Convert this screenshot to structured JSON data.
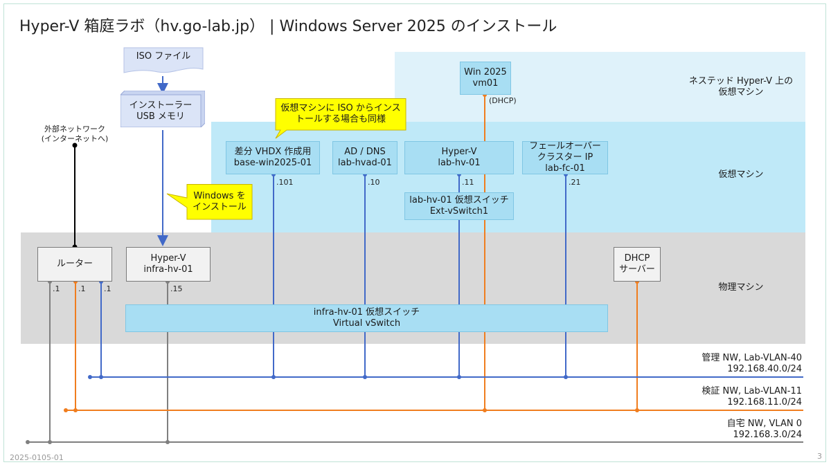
{
  "title": "Hyper-V 箱庭ラボ（hv.go-lab.jp） | Windows Server 2025 のインストール",
  "zones": {
    "nested_line1": "ネステッド Hyper-V 上の",
    "nested_line2": "仮想マシン",
    "vm": "仮想マシン",
    "physical": "物理マシン"
  },
  "iso": "ISO ファイル",
  "usb": {
    "line1": "インストーラー",
    "line2": "USB メモリ"
  },
  "external": {
    "line1": "外部ネットワーク",
    "line2": "(インターネットへ)"
  },
  "callout_vm": {
    "line1": "仮想マシンに ISO からインス",
    "line2": "トールする場合も同様"
  },
  "callout_install": {
    "line1": "Windows を",
    "line2": "インストール"
  },
  "vms": {
    "win2025": {
      "line1": "Win 2025",
      "line2": "vm01",
      "ip": "(DHCP)"
    },
    "base": {
      "line1": "差分 VHDX 作成用",
      "line2": "base-win2025-01",
      "ip": ".101"
    },
    "ad": {
      "line1": "AD / DNS",
      "line2": "lab-hvad-01",
      "ip": ".10"
    },
    "hv": {
      "line1": "Hyper-V",
      "line2": "lab-hv-01",
      "ip": ".11"
    },
    "fc": {
      "line1": "フェールオーバー",
      "line2": "クラスター IP",
      "line3": "lab-fc-01",
      "ip": ".21"
    }
  },
  "lab_switch": {
    "line1": "lab-hv-01 仮想スイッチ",
    "line2": "Ext-vSwitch1"
  },
  "router": {
    "label": "ルーター",
    "ip_gray": ".1",
    "ip_orange": ".1",
    "ip_blue": ".1"
  },
  "infra": {
    "line1": "Hyper-V",
    "line2": "infra-hv-01",
    "ip": ".15"
  },
  "dhcp": {
    "line1": "DHCP",
    "line2": "サーバー"
  },
  "infra_switch": {
    "line1": "infra-hv-01 仮想スイッチ",
    "line2": "Virtual vSwitch"
  },
  "networks": [
    {
      "name": "管理 NW, Lab-VLAN-40",
      "cidr": "192.168.40.0/24",
      "color": "#4169c8"
    },
    {
      "name": "検証 NW, Lab-VLAN-11",
      "cidr": "192.168.11.0/24",
      "color": "#f07d1e"
    },
    {
      "name": "自宅 NW, VLAN 0",
      "cidr": "192.168.3.0/24",
      "color": "#7f7f7f"
    }
  ],
  "footer": {
    "doc_id": "2025-0105-01",
    "page": "3"
  }
}
